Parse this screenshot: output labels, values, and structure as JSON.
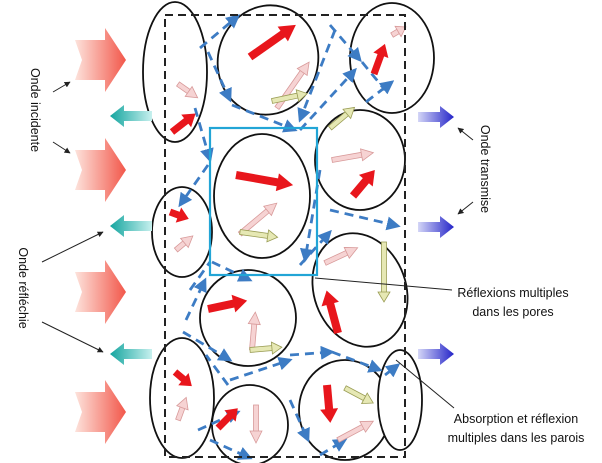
{
  "labels": {
    "incident": "Onde incidente",
    "reflected": "Onde réfléchie",
    "transmitted": "Onde transmise",
    "pores_line1": "Réflexions multiples",
    "pores_line2": "dans les pores",
    "walls_line1": "Absorption et réflexion",
    "walls_line2": "multiples dans les parois"
  },
  "colors": {
    "incident_arrow": "#f26a5c",
    "reflected_arrow": "#2ab5b0",
    "transmitted_arrow": "#3a3ad6",
    "strong_ray": "#e8161c",
    "weak_ray": "#f2b8b8",
    "absorbed_ray": "#d8dca0",
    "path_dashed": "#3d7cc4",
    "pore_highlight": "#22a5d6",
    "material_border": "#222222"
  },
  "icons": [
    "incident-wave-arrow",
    "reflected-wave-arrow",
    "transmitted-wave-arrow",
    "dashed-ray-path",
    "pore-cell",
    "internal-ray-arrow"
  ]
}
